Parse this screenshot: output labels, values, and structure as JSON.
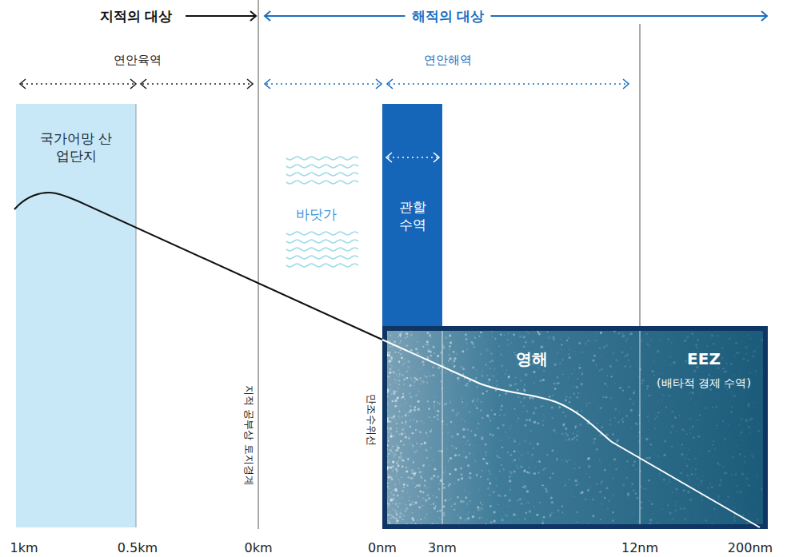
{
  "diagram": {
    "nodes": [
      {
        "text": [
          "국가어망 산업단지"
        ]
      },
      {
        "text": [
          "관할 수역"
        ]
      },
      {
        "text": [
          "영해"
        ]
      },
      {
        "text": [
          "EEZ",
          "(배타적 경제 수역)"
        ],
        "in": 2
      }
    ],
    "labels": [
      "지적의 대상",
      "해적의 대상",
      "연안육역",
      "연안해역",
      "바닷가",
      "지적 공부상 토지경계",
      "만조수위선",
      "1km",
      "0.5km",
      "0km",
      "0nm",
      "3nm",
      "12nm",
      "200nm"
    ]
  }
}
